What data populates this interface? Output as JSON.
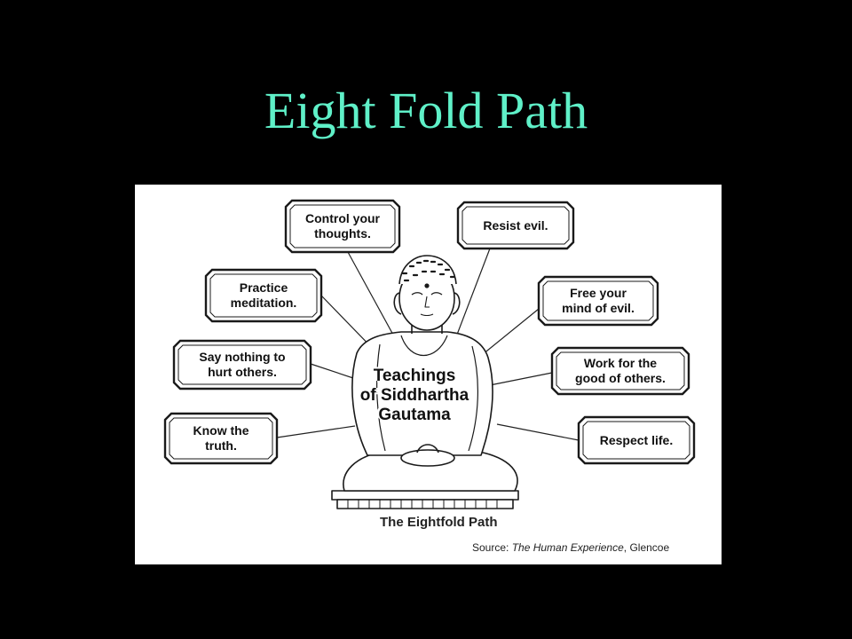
{
  "slide": {
    "title": "Eight Fold Path"
  },
  "diagram": {
    "center_label": "Teachings\nof Siddhartha\nGautama",
    "teachings": [
      {
        "id": "control-thoughts",
        "label": "Control your\nthoughts."
      },
      {
        "id": "resist-evil",
        "label": "Resist evil."
      },
      {
        "id": "practice-meditation",
        "label": "Practice\nmeditation."
      },
      {
        "id": "free-mind",
        "label": "Free your\nmind of evil."
      },
      {
        "id": "say-nothing",
        "label": "Say nothing to\nhurt others."
      },
      {
        "id": "work-for-good",
        "label": "Work for the\ngood of others."
      },
      {
        "id": "know-truth",
        "label": "Know the\ntruth."
      },
      {
        "id": "respect-life",
        "label": "Respect life."
      }
    ],
    "caption": "The Eightfold Path",
    "source": {
      "prefix": "Source: ",
      "work": "The Human Experience",
      "suffix": ", Glencoe"
    }
  },
  "colors": {
    "title": "#5ff0c8",
    "background": "#000000",
    "panel": "#ffffff",
    "ink": "#111111"
  }
}
